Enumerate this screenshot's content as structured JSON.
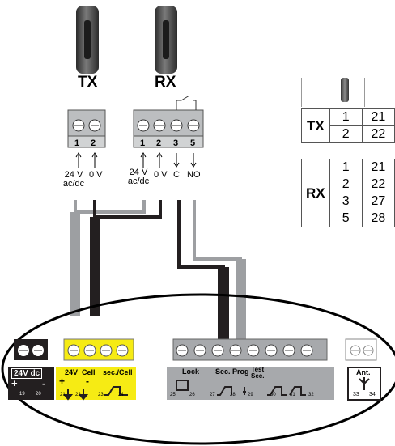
{
  "photocells": {
    "tx": {
      "label": "TX",
      "terminals": [
        "1",
        "2"
      ],
      "wires": [
        "24 V\nac/dc",
        "0 V"
      ]
    },
    "rx": {
      "label": "RX",
      "terminals": [
        "1",
        "2",
        "3",
        "5"
      ],
      "wires": [
        "24 V\nac/dc",
        "0 V",
        "C",
        "NO"
      ]
    }
  },
  "wiring_table": {
    "tx": {
      "label": "TX",
      "rows": [
        {
          "pin": "1",
          "terminal": "21"
        },
        {
          "pin": "2",
          "terminal": "22"
        }
      ]
    },
    "rx": {
      "label": "RX",
      "rows": [
        {
          "pin": "1",
          "terminal": "21"
        },
        {
          "pin": "2",
          "terminal": "22"
        },
        {
          "pin": "3",
          "terminal": "27"
        },
        {
          "pin": "5",
          "terminal": "28"
        }
      ]
    }
  },
  "control_board": {
    "power_block": {
      "label": "24V dc",
      "signs": [
        "+",
        "-"
      ],
      "terminals": [
        "19",
        "20"
      ]
    },
    "cell_block": {
      "label_24v": "24V",
      "label_cell": "Cell",
      "label_sec": "sec./Cell",
      "signs": [
        "+",
        "-"
      ],
      "terminals": [
        "21",
        "22",
        "23",
        "24"
      ]
    },
    "input_block": {
      "labels": [
        "Lock",
        "Sec. Prog",
        "Test\nSec."
      ],
      "terminals": [
        "25",
        "26",
        "27",
        "28",
        "29",
        "30",
        "31",
        "32"
      ]
    },
    "antenna_block": {
      "label": "Ant.",
      "terminals": [
        "33",
        "34"
      ]
    }
  },
  "colors": {
    "yellow": "#f6eb14",
    "grey_block": "#a7a9ac",
    "dark": "#231f20",
    "light_wire": "#9d9fa2"
  }
}
